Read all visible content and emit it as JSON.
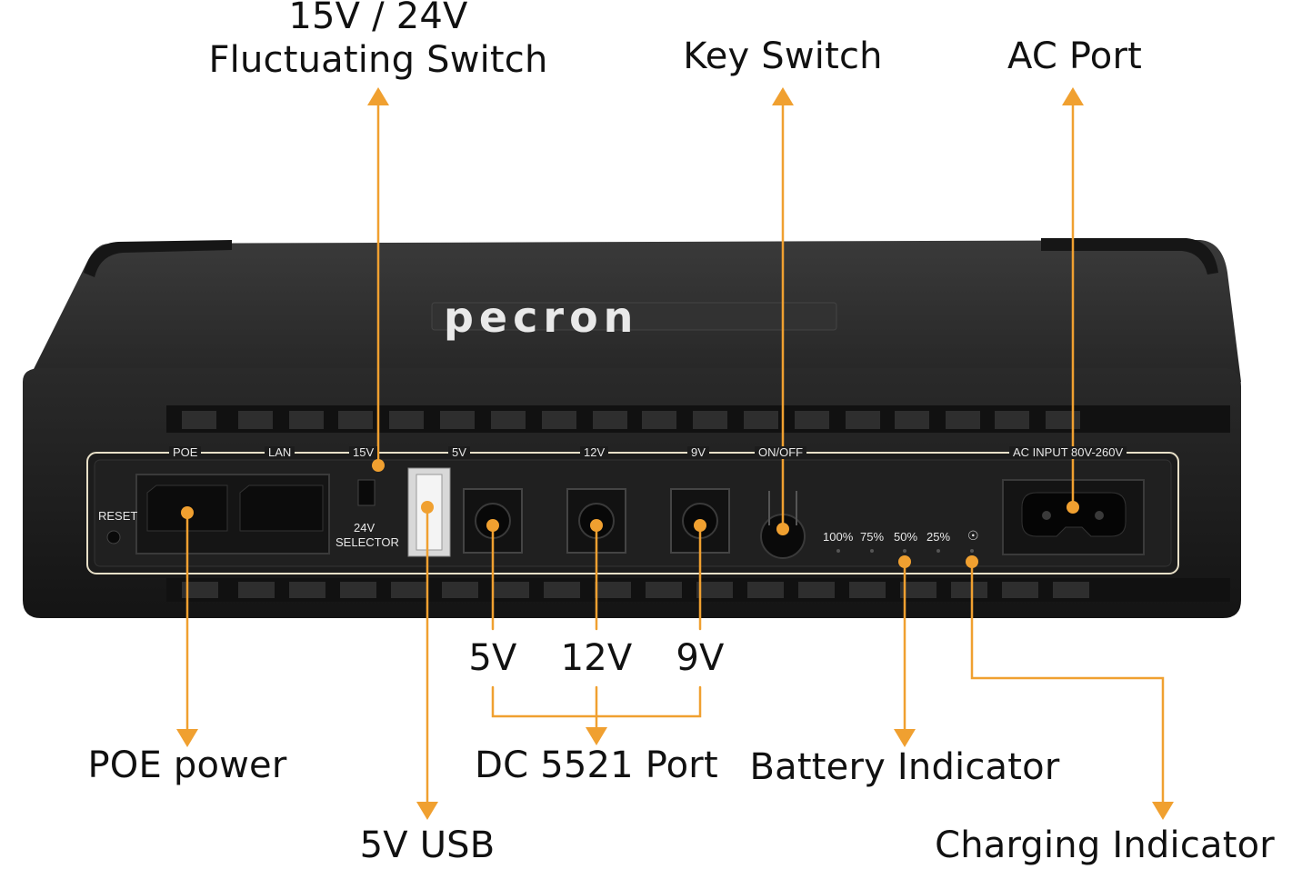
{
  "callouts": {
    "fluctuating_switch_line1": "15V / 24V",
    "fluctuating_switch_line2": "Fluctuating Switch",
    "key_switch": "Key Switch",
    "ac_port": "AC Port",
    "poe_power": "POE power",
    "usb_5v": "5V USB",
    "dc_5v": "5V",
    "dc_12v": "12V",
    "dc_9v": "9V",
    "dc_port": "DC 5521 Port",
    "battery_indicator": "Battery Indicator",
    "charging_indicator": "Charging Indicator"
  },
  "device": {
    "brand": "pecron",
    "panel": {
      "reset": "RESET",
      "poe": "POE",
      "lan": "LAN",
      "v15": "15V",
      "v5": "5V",
      "v12": "12V",
      "v9": "9V",
      "on_off": "ON/OFF",
      "ac_input": "AC INPUT 80V-260V",
      "selector_line1": "24V",
      "selector_line2": "SELECTOR",
      "level_100": "100%",
      "level_75": "75%",
      "level_50": "50%",
      "level_25": "25%"
    }
  },
  "colors": {
    "accent_orange": "#f0a030",
    "device_body": "#1e1e1e",
    "device_top": "#2a2a2a",
    "panel_outline": "#e8e0c8"
  }
}
